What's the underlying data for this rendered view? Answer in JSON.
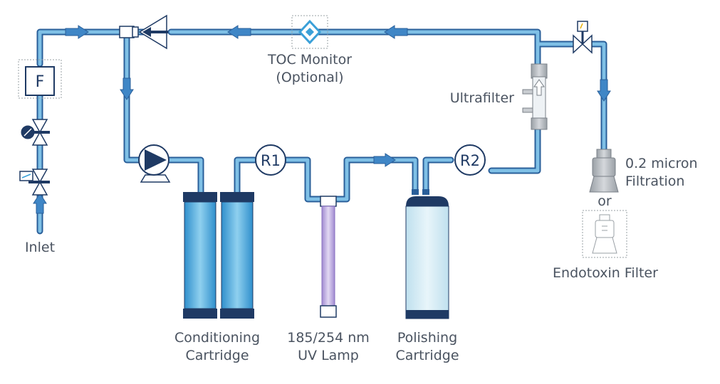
{
  "labels": {
    "inlet": "Inlet",
    "filter_box": "F",
    "toc_line1": "TOC Monitor",
    "toc_line2": "(Optional)",
    "ultrafilter": "Ultrafilter",
    "r1": "R1",
    "r2": "R2",
    "filtration_line1": "0.2 micron",
    "filtration_line2": "Filtration",
    "or": "or",
    "endotoxin": "Endotoxin Filter",
    "conditioning_line1": "Conditioning",
    "conditioning_line2": "Cartridge",
    "uv_line1": "185/254 nm",
    "uv_line2": "UV Lamp",
    "polishing_line1": "Polishing",
    "polishing_line2": "Cartridge"
  },
  "colors": {
    "pipe": "#6aa9d6",
    "pipe_outline": "#2a5f9a",
    "flow_arrow": "#3f86c6",
    "component_navy": "#1f3a64",
    "cartridge_blue": "#3aa0d8",
    "uv_purple": "#b9a6dc",
    "polishing_light": "#cfe8f1",
    "label_gray": "#4a5360"
  }
}
